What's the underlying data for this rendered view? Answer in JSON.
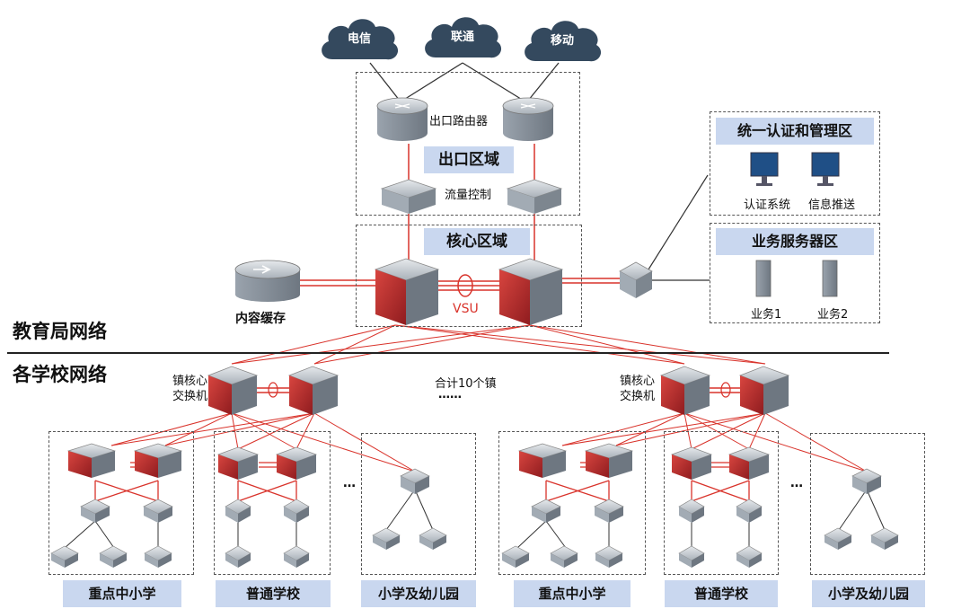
{
  "clouds": [
    "电信",
    "联通",
    "移动"
  ],
  "egress": {
    "router_label": "出口路由器",
    "zone_title": "出口区域",
    "flow_label": "流量控制"
  },
  "core": {
    "zone_title": "核心区域",
    "vsu_label": "VSU",
    "cache_label": "内容缓存"
  },
  "auth_zone": {
    "title": "统一认证和管理区",
    "items": [
      "认证系统",
      "信息推送"
    ]
  },
  "server_zone": {
    "title": "业务服务器区",
    "items": [
      "业务1",
      "业务2"
    ]
  },
  "sections": {
    "bureau": "教育局网络",
    "schools": "各学校网络"
  },
  "town": {
    "core_label_line1": "镇核心",
    "core_label_line2": "交换机",
    "total_label": "合计10个镇",
    "dots": "……",
    "ellipsis": "…"
  },
  "school_labels": [
    "重点中小学",
    "普通学校",
    "小学及幼儿园",
    "重点中小学",
    "普通学校",
    "小学及幼儿园"
  ],
  "colors": {
    "zone_title_bg": "#c9d7ef",
    "cloud": "#34495e",
    "link_red": "#d9332b",
    "device_gray": "#9aa3ad",
    "device_red": "#b8252a"
  }
}
